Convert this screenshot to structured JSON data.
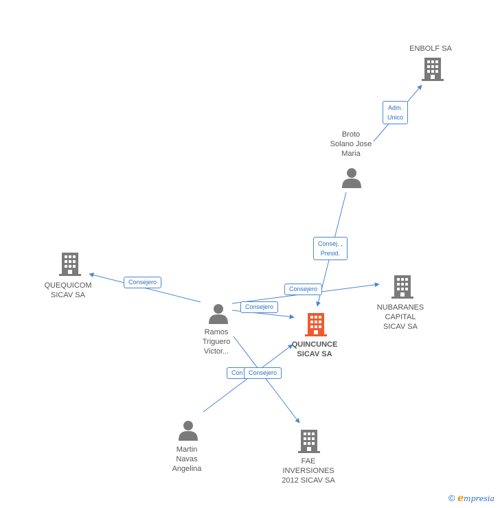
{
  "colors": {
    "node_icon": "#7a7a7a",
    "main_node_icon": "#ee5a2e",
    "edge": "#4a86d4",
    "edge_label_text": "#2e6fc7"
  },
  "nodes": {
    "enbolf": {
      "label": "ENBOLF SA",
      "icon": "building-icon"
    },
    "broto": {
      "label_lines": [
        "Broto",
        "Solano Jose",
        "Maria"
      ],
      "icon": "person-icon"
    },
    "quequicom": {
      "label_lines": [
        "QUEQUICOM",
        "SICAV SA"
      ],
      "icon": "building-icon"
    },
    "nubaranes": {
      "label_lines": [
        "NUBARANES",
        "CAPITAL",
        "SICAV SA"
      ],
      "icon": "building-icon"
    },
    "ramos": {
      "label_lines": [
        "Ramos",
        "Triguero",
        "Victor..."
      ],
      "icon": "person-icon"
    },
    "quincunce": {
      "label_lines": [
        "QUINCUNCE",
        "SICAV SA"
      ],
      "icon": "building-icon"
    },
    "martin": {
      "label_lines": [
        "Martin",
        "Navas",
        "Angelina"
      ],
      "icon": "person-icon"
    },
    "fae": {
      "label_lines": [
        "FAE",
        "INVERSIONES",
        "2012 SICAV SA"
      ],
      "icon": "building-icon"
    }
  },
  "edges": {
    "adm_unico": [
      "Adm.",
      "Unico"
    ],
    "consej_presid": [
      "Consej. ,",
      "Presid."
    ],
    "consejero_nubaranes": "Consejero",
    "consejero_quequicom": "Consejero",
    "consejero_quincunce": "Consejero",
    "consejero_martin_a": "Con",
    "consejero_martin_b": "Consejero"
  },
  "footer": {
    "copyright_symbol": "©",
    "brand_first": "e",
    "brand_rest": "mpresia"
  }
}
